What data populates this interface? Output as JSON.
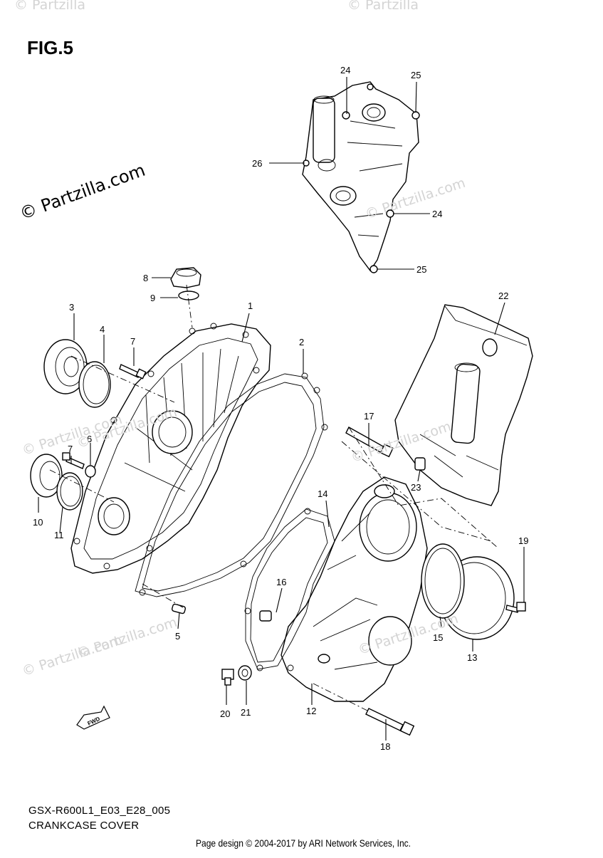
{
  "figure": {
    "title": "FIG.5",
    "model_code": "GSX-R600L1_E03_E28_005",
    "name": "CRANKCASE COVER"
  },
  "watermark": {
    "text": "© Partzilla.com",
    "small_texts": [
      "© Partzilla",
      "© Partzilla",
      "© Partzilla.com",
      "© Partzilla.com",
      "© Partzilla.com",
      "© Partzilla.com",
      "© Partzilla.com",
      "© Partzilla.com",
      "© Partzilla.com"
    ]
  },
  "footer": {
    "credit": "Page design © 2004-2017 by ARI Network Services, Inc."
  },
  "fwd_label": "FWD",
  "callouts": [
    "1",
    "2",
    "3",
    "4",
    "5",
    "6",
    "7",
    "7",
    "8",
    "9",
    "10",
    "11",
    "12",
    "13",
    "14",
    "15",
    "16",
    "17",
    "18",
    "19",
    "20",
    "21",
    "22",
    "23",
    "24",
    "24",
    "25",
    "25",
    "26"
  ]
}
